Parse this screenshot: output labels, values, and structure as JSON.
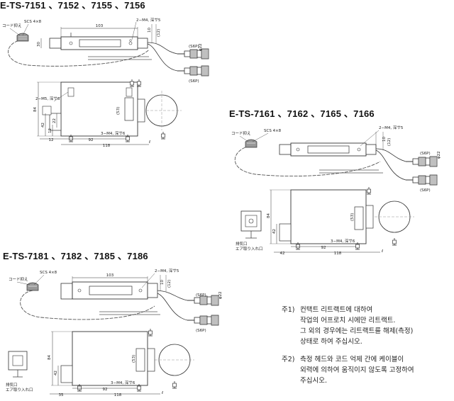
{
  "titles": {
    "t1": "E-TS-7151 、7152 、7155 、7156",
    "t2": "E-TS-7161 、7162 、7165 、7166",
    "t3": "E-TS-7181 、7182 、7185 、7186"
  },
  "labels": {
    "cord_clamp": "コード抑え",
    "scs": "SCS 4×8",
    "m4_depth5": "2−M4, 深サ5",
    "m5_depth6": "2−M5, 深サ6",
    "m4_depth6": "3−M4, 深サ6",
    "s6p": "(S6P)",
    "dim103": "103",
    "dim10": "10",
    "dim12": "(12)",
    "dim22": "φ22",
    "dim30": "30",
    "dim84": "84",
    "dim42": "42",
    "dim53": "(53)",
    "dim22b": "22",
    "dim12b": "12",
    "dim92": "92",
    "dim118": "118",
    "dim35": "35",
    "dimL": "ℓ",
    "exhaust1": "排気口",
    "exhaust2": "エア取り入れ口"
  },
  "notes": {
    "n1_mark": "주1)",
    "n1_l1": "컨택트 리트랙트에 대하여",
    "n1_l2": "작업의 어프로치 시에만 리트랙트.",
    "n1_l3": "그 외의 경우에는 리트랙트를 해제(측정)",
    "n1_l4": "상태로 하여 주십시오.",
    "n2_mark": "주2)",
    "n2_l1": "측정 헤드와 코드 억제 간에 케이블이",
    "n2_l2": "외력에 의하여 움직이지 않도록 고정하여",
    "n2_l3": "주십시오."
  }
}
